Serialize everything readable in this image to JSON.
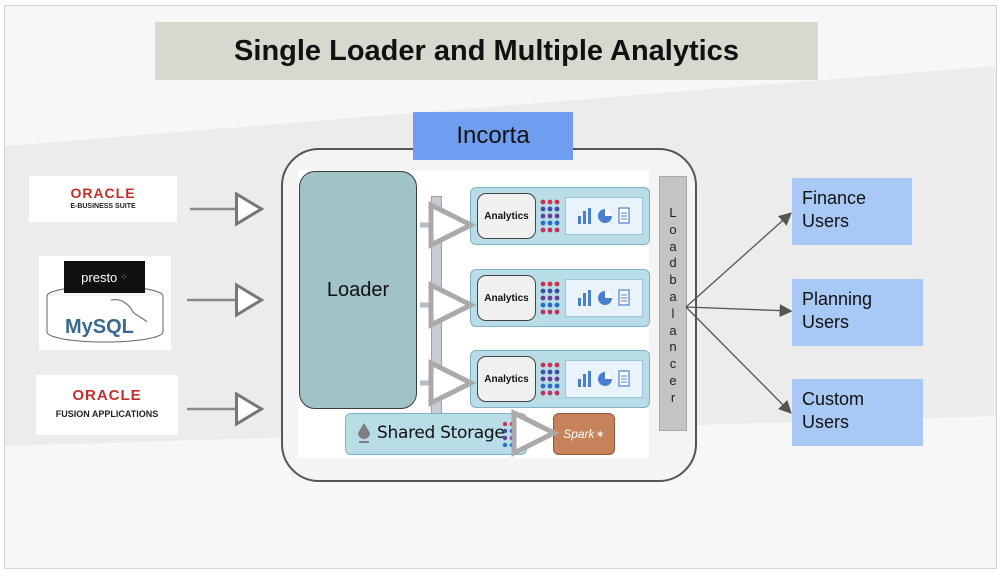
{
  "title": "Single Loader and Multiple Analytics",
  "platform": {
    "label": "Incorta",
    "loader_label": "Loader",
    "analytics_nodes": [
      "Analytics",
      "Analytics",
      "Analytics"
    ],
    "loadbalancer_label": "Loadbalancer",
    "shared_storage_label": "Shared Storage",
    "spark_label": "Spark"
  },
  "sources": {
    "oracle_ebs": {
      "brand": "ORACLE",
      "product": "E-BUSINESS SUITE"
    },
    "presto_mysql": {
      "presto": "presto",
      "mysql": "MySQL"
    },
    "oracle_fusion": {
      "brand": "ORACLE",
      "product": "FUSION APPLICATIONS"
    }
  },
  "users": [
    "Finance Users",
    "Planning Users",
    "Custom Users"
  ],
  "colors": {
    "title_bg": "#d8d8cf",
    "incorta_blue": "#6f9ef0",
    "loader_teal": "#9fc3c6",
    "node_blue": "#b9dde6",
    "user_blue": "#a8c8f5",
    "spark_orange": "#c6835a",
    "oracle_red": "#c0302a"
  }
}
